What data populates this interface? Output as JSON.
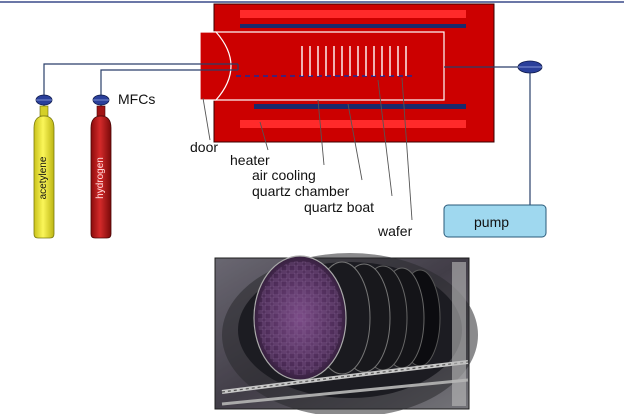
{
  "labels": {
    "mfcs": "MFCs",
    "door": "door",
    "heater": "heater",
    "air_cooling": "air cooling",
    "quartz_chamber": "quartz chamber",
    "quartz_boat": "quartz boat",
    "wafer": "wafer",
    "pump": "pump",
    "acetylene": "acetylene",
    "hydrogen": "hydrogen"
  },
  "colors": {
    "furnace_red": "#cc0000",
    "heater_bright": "#ff2a2a",
    "cooling_blue": "#1a2a6b",
    "cylinder_yellow": "#f2ee2a",
    "cylinder_red": "#b81818",
    "valve_blue": "#2a3f9a",
    "pump_fill": "#9fd8ef",
    "top_rule": "#3a4a8a"
  },
  "photo": {
    "description_icon": "furnace-photo"
  }
}
